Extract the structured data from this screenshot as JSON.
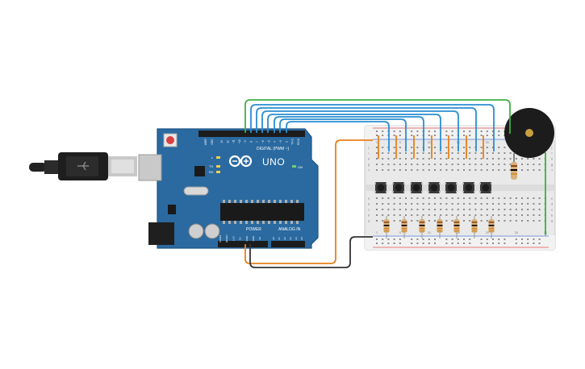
{
  "arduino": {
    "brand": "UNO",
    "label_digital": "DIGITAL (PWM ~)",
    "label_power": "POWER",
    "label_analog": "ANALOG IN",
    "label_aref": "AREF",
    "label_gnd": "GND",
    "led_l": "L",
    "led_tx": "TX",
    "led_rx": "RX",
    "led_on": "ON",
    "digital_pins": [
      "13",
      "12",
      "~11",
      "~10",
      "~9",
      "8",
      "7",
      "~6",
      "~5",
      "4",
      "~3",
      "2",
      "TX>1",
      "RX<0"
    ],
    "power_pins": [
      "IOREF",
      "RESET",
      "3.3V",
      "5V",
      "GND",
      "GND",
      "Vin"
    ],
    "analog_pins": [
      "A0",
      "A1",
      "A2",
      "A3",
      "A4",
      "A5"
    ]
  },
  "breadboard": {
    "col_numbers": [
      "1",
      "5",
      "10",
      "15",
      "20",
      "25",
      "30"
    ],
    "row_letters_top": [
      "j",
      "i",
      "h",
      "g",
      "f"
    ],
    "row_letters_bottom": [
      "e",
      "d",
      "c",
      "b",
      "a"
    ]
  },
  "colors": {
    "board": "#2a6aa0",
    "board_dark": "#1f5482",
    "wire_blue": "#2a8fd0",
    "wire_green": "#3cb043",
    "wire_orange": "#e8801a",
    "wire_black": "#333333",
    "breadboard": "#e9e9e9"
  }
}
